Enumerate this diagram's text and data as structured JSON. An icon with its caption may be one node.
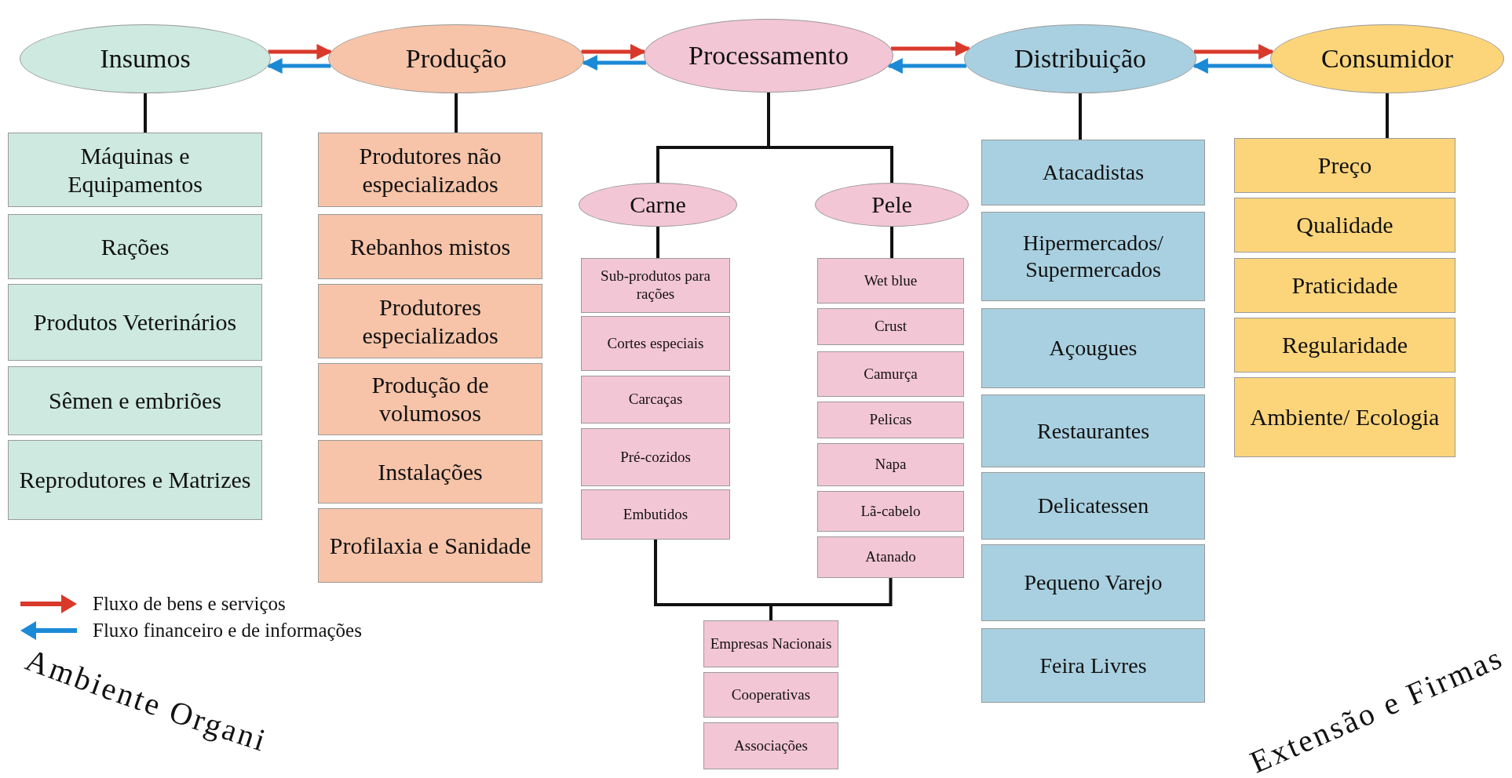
{
  "diagram": {
    "nodes": [
      {
        "text": [
          "Insumos"
        ]
      },
      {
        "text": [
          "Produção"
        ]
      },
      {
        "text": [
          "Processamento"
        ]
      },
      {
        "text": [
          "Distribuição"
        ]
      },
      {
        "text": [
          "Consumidor"
        ]
      },
      {
        "text": [
          "Máquinas e Equipamentos"
        ]
      },
      {
        "text": [
          "Rações"
        ]
      },
      {
        "text": [
          "Produtos Veterinários"
        ]
      },
      {
        "text": [
          "Sêmen e embriões"
        ]
      },
      {
        "text": [
          "Reprodutores e Matrizes"
        ]
      },
      {
        "text": [
          "Produtores não especializados"
        ]
      },
      {
        "text": [
          "Rebanhos mistos"
        ]
      },
      {
        "text": [
          "Produtores especializados"
        ]
      },
      {
        "text": [
          "Produção de volumosos"
        ]
      },
      {
        "text": [
          "Instalações"
        ]
      },
      {
        "text": [
          "Profilaxia e Sanidade"
        ]
      },
      {
        "text": [
          "Carne"
        ]
      },
      {
        "text": [
          "Pele"
        ]
      },
      {
        "text": [
          "Sub-produtos para rações"
        ]
      },
      {
        "text": [
          "Cortes especiais"
        ]
      },
      {
        "text": [
          "Carcaças"
        ]
      },
      {
        "text": [
          "Pré-cozidos"
        ]
      },
      {
        "text": [
          "Embutidos"
        ]
      },
      {
        "text": [
          "Wet blue"
        ]
      },
      {
        "text": [
          "Crust"
        ]
      },
      {
        "text": [
          "Camurça"
        ]
      },
      {
        "text": [
          "Pelicas"
        ]
      },
      {
        "text": [
          "Napa"
        ]
      },
      {
        "text": [
          "Lã-cabelo"
        ]
      },
      {
        "text": [
          "Atanado"
        ]
      },
      {
        "text": [
          "Empresas Nacionais"
        ]
      },
      {
        "text": [
          "Cooperativas"
        ]
      },
      {
        "text": [
          "Associações"
        ]
      },
      {
        "text": [
          "Atacadistas"
        ]
      },
      {
        "text": [
          "Hipermercados/ Supermercados"
        ]
      },
      {
        "text": [
          "Açougues"
        ]
      },
      {
        "text": [
          "Restaurantes"
        ]
      },
      {
        "text": [
          "Delicatessen"
        ]
      },
      {
        "text": [
          "Pequeno Varejo"
        ]
      },
      {
        "text": [
          "Feira Livres"
        ]
      },
      {
        "text": [
          "Preço"
        ]
      },
      {
        "text": [
          "Qualidade"
        ]
      },
      {
        "text": [
          "Praticidade"
        ]
      },
      {
        "text": [
          "Regularidade"
        ]
      },
      {
        "text": [
          "Ambiente/ Ecologia"
        ]
      }
    ],
    "edges": [
      {
        "from": 0,
        "to": 1,
        "arrow": "to",
        "color": "#d9392b"
      },
      {
        "from": 1,
        "to": 0,
        "arrow": "to",
        "color": "#1b8ad6"
      },
      {
        "from": 1,
        "to": 2,
        "arrow": "to",
        "color": "#d9392b"
      },
      {
        "from": 2,
        "to": 1,
        "arrow": "to",
        "color": "#1b8ad6"
      },
      {
        "from": 2,
        "to": 3,
        "arrow": "to",
        "color": "#d9392b"
      },
      {
        "from": 3,
        "to": 2,
        "arrow": "to",
        "color": "#1b8ad6"
      },
      {
        "from": 3,
        "to": 4,
        "arrow": "to",
        "color": "#d9392b"
      },
      {
        "from": 4,
        "to": 3,
        "arrow": "to",
        "color": "#1b8ad6"
      },
      {
        "from": 0,
        "to": 5,
        "arrow": "none"
      },
      {
        "from": 1,
        "to": 10,
        "arrow": "none"
      },
      {
        "from": 2,
        "to": 16,
        "arrow": "none"
      },
      {
        "from": 2,
        "to": 17,
        "arrow": "none"
      },
      {
        "from": 16,
        "to": 18,
        "arrow": "none"
      },
      {
        "from": 17,
        "to": 23,
        "arrow": "none"
      },
      {
        "from": 22,
        "to": 30,
        "arrow": "none"
      },
      {
        "from": 29,
        "to": 30,
        "arrow": "none"
      },
      {
        "from": 3,
        "to": 33,
        "arrow": "none"
      },
      {
        "from": 4,
        "to": 40,
        "arrow": "none"
      }
    ],
    "labels": [
      "Ambiente Organi",
      "Extensão e Firmas"
    ],
    "legend": [
      {
        "text": "Fluxo de bens e serviços"
      },
      {
        "text": "Fluxo financeiro e de informações"
      }
    ]
  }
}
